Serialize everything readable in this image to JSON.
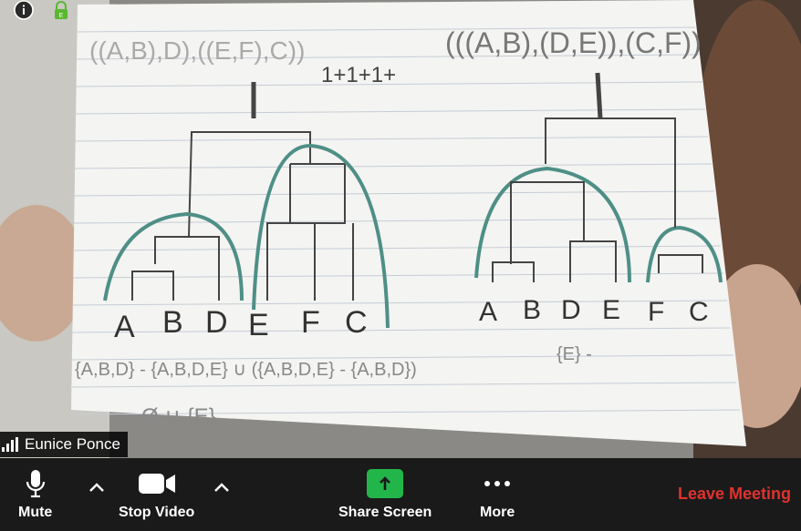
{
  "participant": {
    "name": "Eunice Ponce"
  },
  "toolbar": {
    "mute_label": "Mute",
    "stop_video_label": "Stop Video",
    "share_screen_label": "Share Screen",
    "more_label": "More",
    "leave_label": "Leave Meeting"
  },
  "paper": {
    "top_left_expr": "((A,B),D),((E,F),C))",
    "top_right_expr": "(((A,B),(D,E)),(C,F))",
    "score": "1+1+1+",
    "left_leaves": [
      "A",
      "B",
      "D",
      "E",
      "F",
      "C"
    ],
    "right_leaves": [
      "A",
      "B",
      "D",
      "E",
      "F",
      "C"
    ],
    "set_line1_a": "{A,B,D} - {A,B,D,E} ∪ ({A,B,D,E} - {A,B,D})",
    "set_line1_b": "{E} -",
    "set_line2": "Ø ∪ {E}"
  },
  "colors": {
    "accent_green": "#22b64a",
    "leave_red": "#e0322f",
    "arc_teal": "#4e8f86"
  }
}
